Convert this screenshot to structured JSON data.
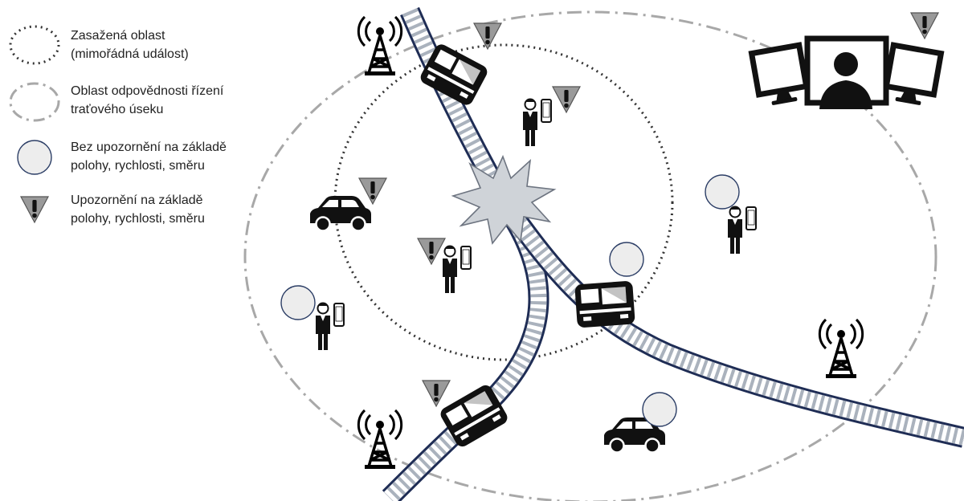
{
  "legend": {
    "affected_area": {
      "line1": "Zasažená oblast",
      "line2": "(mimořádná událost)"
    },
    "responsibility_area": {
      "line1": "Oblast odpovědnosti řízení",
      "line2": "traťového úseku"
    },
    "no_alert": {
      "line1": "Bez upozornění na základě",
      "line2": "polohy, rychlosti, směru"
    },
    "alert": {
      "line1": "Upozornění na základě",
      "line2": "polohy, rychlosti, směru"
    }
  },
  "colors": {
    "track_rail": "#1f2d55",
    "track_sleeper": "#aab2bd",
    "warning_fill": "#9a9a9a",
    "circle_fill": "#ededed",
    "circle_stroke": "#2c3e66",
    "dotted_outline": "#333333",
    "dashdot_outline": "#a8a8a8",
    "explosion_fill": "#cfd3d8"
  },
  "icons": [
    "radio-tower-icon",
    "train-icon",
    "car-icon",
    "person-with-phone-icon",
    "warning-triangle-icon",
    "no-alert-circle-icon",
    "explosion-icon",
    "control-center-icon"
  ]
}
